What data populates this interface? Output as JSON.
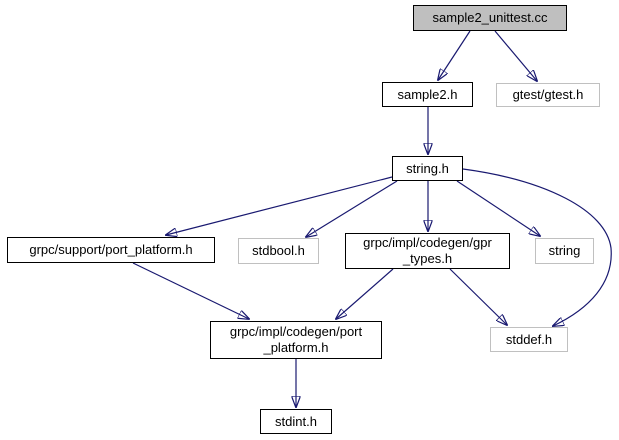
{
  "graph": {
    "type": "include-dependency-graph",
    "colors": {
      "edge": "#191970",
      "root_fill": "#bfbfbf",
      "internal_border": "#000000",
      "external_border": "#c0c0c0",
      "node_fill": "#ffffff",
      "text": "#000000"
    },
    "nodes": {
      "sample2_unittest_cc": {
        "label": "sample2_unittest.cc"
      },
      "sample2_h": {
        "label": "sample2.h"
      },
      "gtest_gtest_h": {
        "label": "gtest/gtest.h"
      },
      "string_h": {
        "label": "string.h"
      },
      "grpc_support_port_platform_h": {
        "label": "grpc/support/port_platform.h"
      },
      "stdbool_h": {
        "label": "stdbool.h"
      },
      "grpc_impl_codegen_gpr_types_h": {
        "lines": [
          "grpc/impl/codegen/gpr",
          "_types.h"
        ]
      },
      "string": {
        "label": "string"
      },
      "stddef_h": {
        "label": "stddef.h"
      },
      "grpc_impl_codegen_port_platform_h": {
        "lines": [
          "grpc/impl/codegen/port",
          "_platform.h"
        ]
      },
      "stdint_h": {
        "label": "stdint.h"
      }
    },
    "edges": [
      {
        "from": "sample2_unittest_cc",
        "to": "sample2_h"
      },
      {
        "from": "sample2_unittest_cc",
        "to": "gtest_gtest_h"
      },
      {
        "from": "sample2_h",
        "to": "string_h"
      },
      {
        "from": "string_h",
        "to": "grpc_support_port_platform_h"
      },
      {
        "from": "string_h",
        "to": "stdbool_h"
      },
      {
        "from": "string_h",
        "to": "grpc_impl_codegen_gpr_types_h"
      },
      {
        "from": "string_h",
        "to": "string"
      },
      {
        "from": "string_h",
        "to": "stddef_h"
      },
      {
        "from": "grpc_support_port_platform_h",
        "to": "grpc_impl_codegen_port_platform_h"
      },
      {
        "from": "grpc_impl_codegen_gpr_types_h",
        "to": "grpc_impl_codegen_port_platform_h"
      },
      {
        "from": "grpc_impl_codegen_gpr_types_h",
        "to": "stddef_h"
      },
      {
        "from": "grpc_impl_codegen_port_platform_h",
        "to": "stdint_h"
      }
    ]
  }
}
